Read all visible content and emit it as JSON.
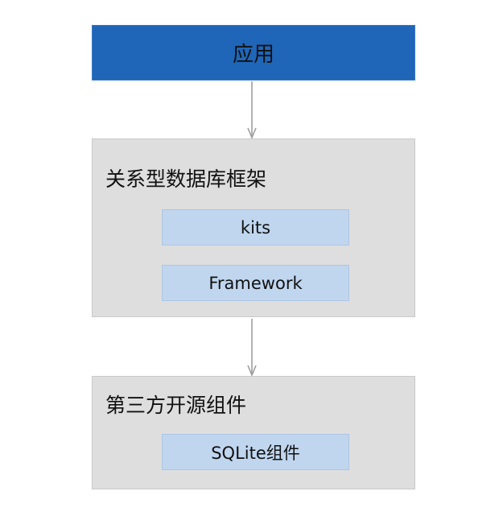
{
  "diagram": {
    "app": {
      "label": "应用"
    },
    "rdb_framework": {
      "title": "关系型数据库框架",
      "modules": [
        "kits",
        "Framework"
      ]
    },
    "third_party": {
      "title": "第三方开源组件",
      "modules": [
        "SQLite组件"
      ]
    },
    "colors": {
      "app_fill": "#1f66b8",
      "group_fill": "#dedede",
      "module_fill": "#c0d6ef",
      "arrow": "#9e9e9e"
    }
  }
}
